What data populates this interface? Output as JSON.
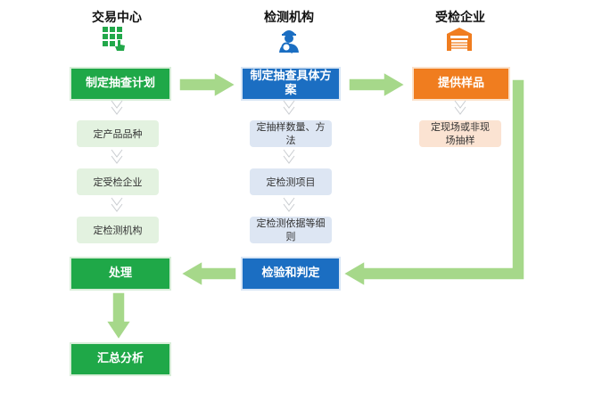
{
  "columns": {
    "trading": {
      "title": "交易中心",
      "icon": "grid-touch-icon",
      "color": "#22a84a"
    },
    "testing": {
      "title": "检测机构",
      "icon": "inspector-icon",
      "color": "#1b6ec2"
    },
    "enterprise": {
      "title": "受检企业",
      "icon": "warehouse-icon",
      "color": "#f07d1f"
    }
  },
  "boxes": {
    "plan": "制定抽查计划",
    "detail_plan": "制定抽查具体方案",
    "provide_samples": "提供样品",
    "inspect_judge": "检验和判定",
    "handle": "处理",
    "summary": "汇总分析"
  },
  "trading_steps": [
    "定产品品种",
    "定受检企业",
    "定检测机构"
  ],
  "testing_steps": [
    "定抽样数量、方法",
    "定检测项目",
    "定检测依据等细则"
  ],
  "enterprise_steps": [
    "定现场或非现场抽样"
  ],
  "colors": {
    "green": "#1fa848",
    "blue": "#1b6ec2",
    "orange": "#f07d1f",
    "arrow": "#a6d88a"
  }
}
